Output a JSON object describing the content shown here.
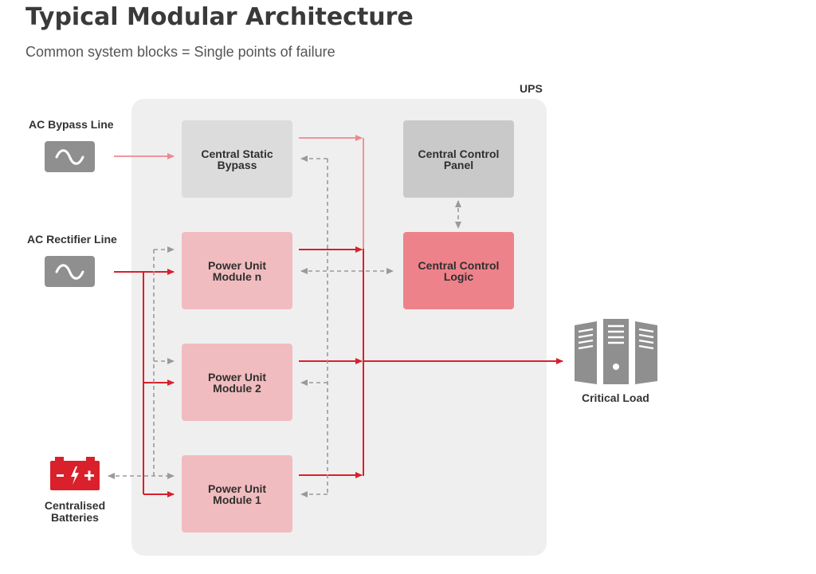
{
  "header": {
    "title": "Typical Modular Architecture",
    "subtitle": "Common system blocks = Single points of failure"
  },
  "ups": {
    "label": "UPS"
  },
  "inputs": {
    "bypass_line": "AC Bypass Line",
    "rectifier_line": "AC Rectifier Line",
    "batteries": "Centralised\nBatteries"
  },
  "blocks": {
    "static_bypass": "Central Static\nBypass",
    "control_panel": "Central Control\nPanel",
    "control_logic": "Central Control\nLogic",
    "module_n": "Power Unit\nModule n",
    "module_2": "Power Unit\nModule 2",
    "module_1": "Power Unit\nModule 1"
  },
  "output": {
    "critical_load": "Critical Load"
  },
  "colors": {
    "power_red": "#d9202b",
    "bypass_pink": "#ec8a90",
    "signal_gray": "#9a9a9a",
    "module_fill": "#f1bcbf",
    "logic_fill": "#ee828a",
    "gray_block": "#dcdcdc",
    "panel_fill": "#c9c9c9",
    "ups_fill": "#f0efef",
    "icon_gray": "#8f8f8f"
  },
  "icons": {
    "ac_source": "sine-wave-icon",
    "battery": "battery-icon",
    "server": "server-rack-icon"
  }
}
